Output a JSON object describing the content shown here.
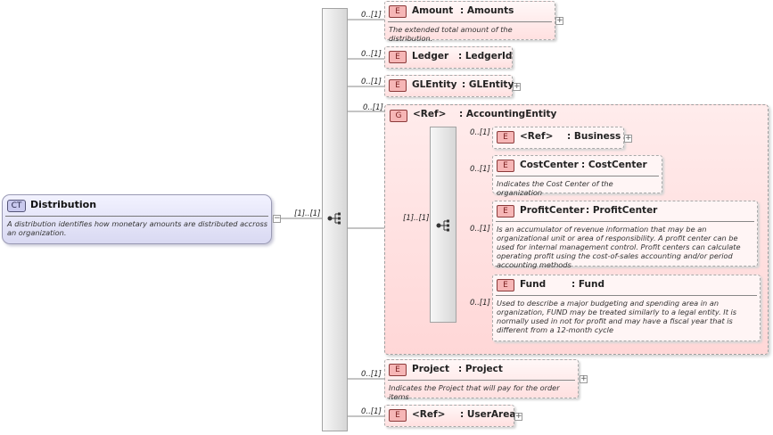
{
  "root": {
    "badge": "CT",
    "name": "Distribution",
    "doc": "A distribution identifies how monetary amounts are distributed accross an organization.",
    "card": "[1]..[1]"
  },
  "elements": [
    {
      "badge": "E",
      "name": "Amount",
      "type": ": Amounts",
      "card": "0..[1]",
      "doc": "The extended total amount of the distribution."
    },
    {
      "badge": "E",
      "name": "Ledger",
      "type": ": LedgerId",
      "card": "0..[1]"
    },
    {
      "badge": "E",
      "name": "GLEntity",
      "type": ": GLEntity",
      "card": "0..[1]"
    },
    {
      "badge": "E",
      "name": "Project",
      "type": ": Project",
      "card": "0..[1]",
      "doc": "Indicates the Project that will pay for the order items"
    },
    {
      "badge": "E",
      "name": "<Ref>",
      "type": ": UserArea",
      "card": "0..[1]"
    }
  ],
  "group": {
    "badge": "G",
    "name": "<Ref>",
    "type": ": AccountingEntity",
    "card": "0..[1]",
    "seq_card": "[1]..[1]",
    "children": [
      {
        "badge": "E",
        "name": "<Ref>",
        "type": ": Business",
        "card": "0..[1]"
      },
      {
        "badge": "E",
        "name": "CostCenter",
        "type": ": CostCenter",
        "card": "0..[1]",
        "doc": "Indicates the Cost Center of the organization"
      },
      {
        "badge": "E",
        "name": "ProfitCenter",
        "type": ": ProfitCenter",
        "card": "0..[1]",
        "doc": "Is an accumulator of revenue information that may be an organizational unit or area of responsibility.  A profit center can be used for internal management control.  Profit centers can calculate operating profit using the cost-of-sales accounting and/or period accounting methods"
      },
      {
        "badge": "E",
        "name": "Fund",
        "type": ": Fund",
        "card": "0..[1]",
        "doc": "Used to describe a major budgeting and spending area in an organization, FUND may be treated similarly to a legal entity.  It is normally used in not for profit and may have a fiscal year that is different from a 12-month cycle"
      }
    ]
  },
  "expander_symbol": "+",
  "collapse_symbol": "−"
}
